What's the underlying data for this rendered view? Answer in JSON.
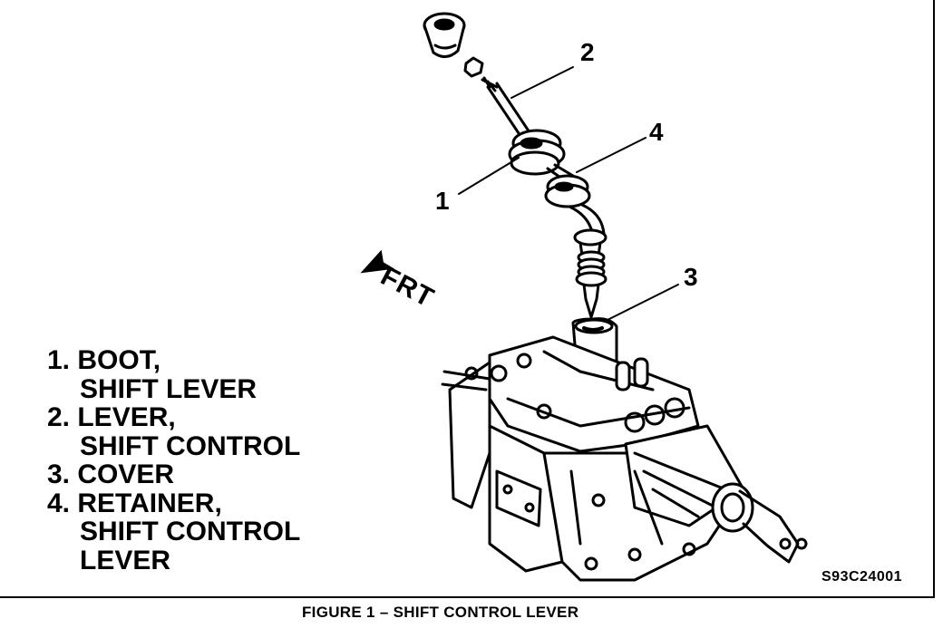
{
  "callouts": {
    "c1": "1",
    "c2": "2",
    "c3": "3",
    "c4": "4"
  },
  "direction_label": "FRT",
  "legend": {
    "item1_line1": "1. BOOT,",
    "item1_line2": "SHIFT LEVER",
    "item2_line1": "2. LEVER,",
    "item2_line2": "SHIFT CONTROL",
    "item3_line1": "3. COVER",
    "item4_line1": "4. RETAINER,",
    "item4_line2": "SHIFT CONTROL",
    "item4_line3": "LEVER"
  },
  "drawing_code": "S93C24001",
  "caption": "FIGURE 1 – SHIFT CONTROL LEVER"
}
